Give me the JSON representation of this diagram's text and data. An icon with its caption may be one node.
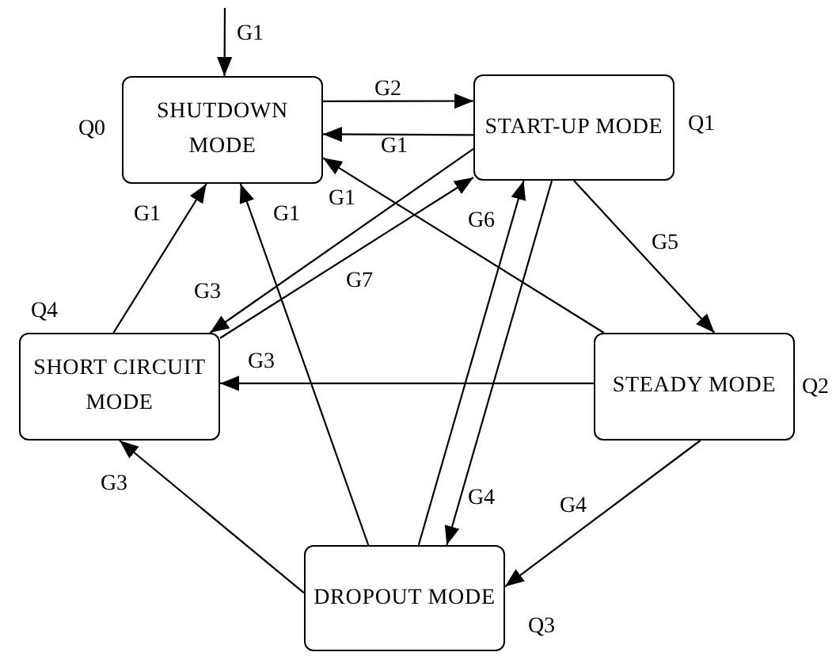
{
  "diagram": {
    "nodes": [
      {
        "text": [
          "SHUTDOWN MODE"
        ],
        "beside": [
          "Q0"
        ]
      },
      {
        "text": [
          "START-UP MODE"
        ],
        "beside": [
          "Q1"
        ]
      },
      {
        "text": [
          "SHORT CIRCUIT MODE"
        ],
        "beside": [
          "Q4"
        ]
      },
      {
        "text": [
          "STEADY MODE"
        ],
        "beside": [
          "Q2"
        ]
      },
      {
        "text": [
          "DROPOUT MODE"
        ],
        "beside": [
          "Q3"
        ]
      }
    ],
    "edges": [
      {
        "from": null,
        "to": 0,
        "arrow": "to",
        "label": "G1"
      },
      {
        "from": 0,
        "to": 1,
        "arrow": "to",
        "label": "G2"
      },
      {
        "from": 1,
        "to": 0,
        "arrow": "to",
        "label": "G1"
      },
      {
        "from": 1,
        "to": 2,
        "arrow": "to",
        "label": "G3"
      },
      {
        "from": 2,
        "to": 1,
        "arrow": "to",
        "label": "G7"
      },
      {
        "from": 2,
        "to": 0,
        "arrow": "to",
        "label": "G1"
      },
      {
        "from": 4,
        "to": 0,
        "arrow": "to",
        "label": "G1"
      },
      {
        "from": 3,
        "to": 0,
        "arrow": "to",
        "label": "G1"
      },
      {
        "from": 4,
        "to": 1,
        "arrow": "to",
        "label": "G6"
      },
      {
        "from": 1,
        "to": 4,
        "arrow": "to",
        "label": "G4"
      },
      {
        "from": 1,
        "to": 3,
        "arrow": "to",
        "label": "G5"
      },
      {
        "from": 3,
        "to": 2,
        "arrow": "to",
        "label": "G3"
      },
      {
        "from": 3,
        "to": 4,
        "arrow": "to",
        "label": "G4"
      },
      {
        "from": 4,
        "to": 2,
        "arrow": "to",
        "label": "G3"
      }
    ]
  }
}
